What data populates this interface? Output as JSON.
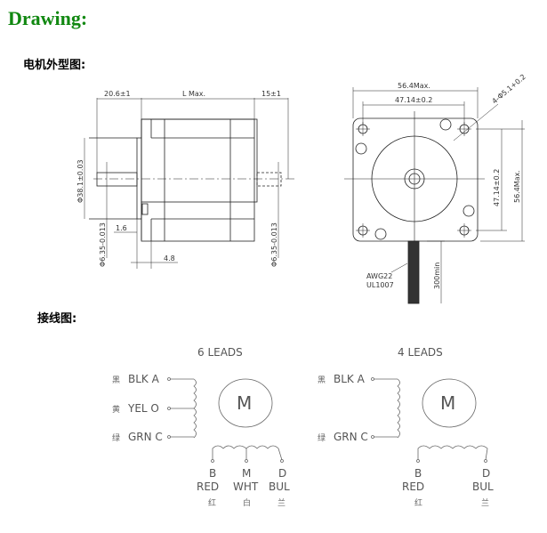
{
  "header": {
    "title": "Drawing:",
    "color": "#118811"
  },
  "outline_section": {
    "heading": "电机外型图:",
    "side_view": {
      "dims": {
        "shaft_length": "20.6±1",
        "body_length": "L Max.",
        "rear_shaft": "15±1",
        "pilot_dia": "Φ38.1±0.03",
        "shaft_dia_front": "Φ6.35-0.013",
        "shaft_dia_rear": "Φ6.35-0.013",
        "flange_thk": "1.6",
        "pilot_depth": "4.8"
      }
    },
    "front_view": {
      "dims": {
        "overall_width": "56.4Max.",
        "hole_spacing_h": "47.14±0.2",
        "hole_spacing_v": "47.14±0.2",
        "overall_height": "56.4Max.",
        "mount_holes": "4-Φ5.1+0.2",
        "lead_length": "300min",
        "wire_spec_1": "AWG22",
        "wire_spec_2": "UL1007"
      }
    }
  },
  "wiring_section": {
    "heading": "接线图:",
    "six_leads": {
      "title": "6 LEADS",
      "motor_label": "M",
      "left_leads": [
        {
          "cn": "黑",
          "label": "BLK A"
        },
        {
          "cn": "黄",
          "label": "YEL O"
        },
        {
          "cn": "绿",
          "label": "GRN C"
        }
      ],
      "bottom_leads": [
        {
          "pin": "B",
          "color": "RED",
          "cn": "红"
        },
        {
          "pin": "M",
          "color": "WHT",
          "cn": "白"
        },
        {
          "pin": "D",
          "color": "BUL",
          "cn": "兰"
        }
      ]
    },
    "four_leads": {
      "title": "4 LEADS",
      "motor_label": "M",
      "left_leads": [
        {
          "cn": "黑",
          "label": "BLK A"
        },
        {
          "cn": "绿",
          "label": "GRN C"
        }
      ],
      "bottom_leads": [
        {
          "pin": "B",
          "color": "RED",
          "cn": "红"
        },
        {
          "pin": "D",
          "color": "BUL",
          "cn": "兰"
        }
      ]
    }
  }
}
